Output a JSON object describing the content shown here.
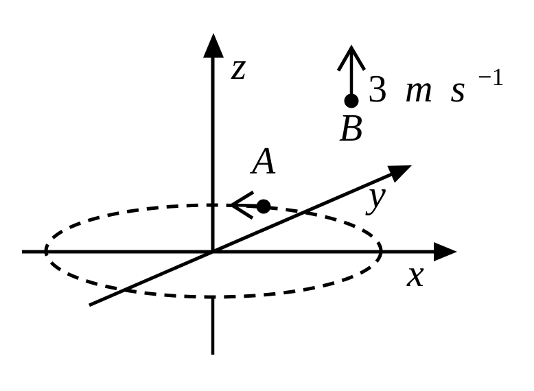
{
  "colors": {
    "ink": "#000000",
    "background": "#ffffff"
  },
  "diagram": {
    "axes": {
      "x_label": "x",
      "y_label": "y",
      "z_label": "z"
    },
    "points": {
      "a_label": "A",
      "b_label": "B"
    },
    "velocity": {
      "value": "3",
      "unit_m": "m",
      "unit_s": "s",
      "exponent": "−1"
    }
  }
}
